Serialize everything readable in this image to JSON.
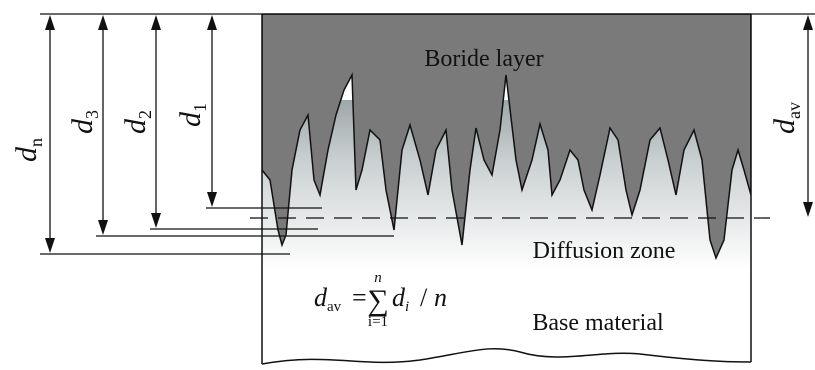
{
  "labels": {
    "boride_layer": "Boride layer",
    "diffusion_zone": "Diffusion zone",
    "base_material": "Base material"
  },
  "dimensions": {
    "dn": {
      "main": "d",
      "sub": "n"
    },
    "d3": {
      "main": "d",
      "sub": "3"
    },
    "d2": {
      "main": "d",
      "sub": "2"
    },
    "d1": {
      "main": "d",
      "sub": "1"
    },
    "dav": {
      "main": "d",
      "sub": "av"
    }
  },
  "formula": {
    "lhs_main": "d",
    "lhs_sub": "av",
    "equals": "=",
    "sum_upper": "n",
    "sum_symbol": "∑",
    "sum_lower": "i=1",
    "rhs_main": "d",
    "rhs_sub": "i",
    "divide": "/",
    "denominator": "n"
  },
  "colors": {
    "boride": "#7a7a7a",
    "diffusion_top": "#9ea7a9",
    "diffusion_bottom": "#ffffff",
    "line": "#111111"
  }
}
